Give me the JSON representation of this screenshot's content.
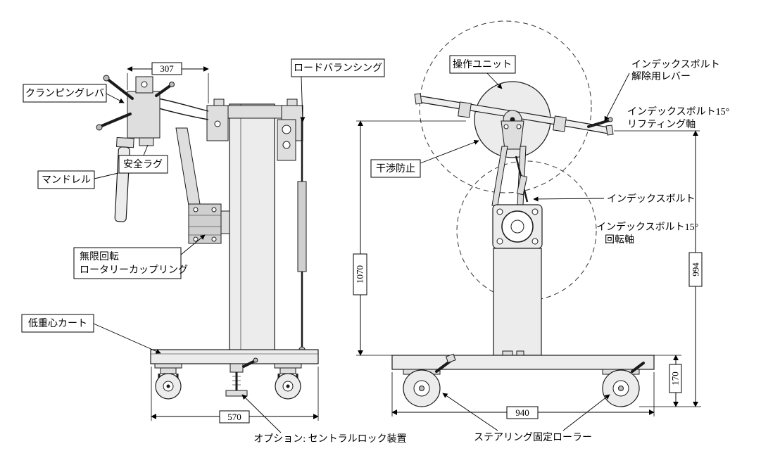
{
  "labels": {
    "clamping_lever": "クランピングレバ",
    "mandrel": "マンドレル",
    "safety_lug": "安全ラグ",
    "load_balancing": "ロードバランシング",
    "operation_unit": "操作ユニット",
    "index_bolt_release_line1": "インデックスボルト",
    "index_bolt_release_line2": "解除用レバー",
    "index_bolt_lifting_line1": "インデックスボルト15°",
    "index_bolt_lifting_line2": "リフティング軸",
    "interference_prevention": "干渉防止",
    "index_bolt": "インデックスボルト",
    "index_bolt_rotation_line1": "インデックスボルト15°",
    "index_bolt_rotation_line2": "回転軸",
    "rotary_coupling_line1": "無限回転",
    "rotary_coupling_line2": "ロータリーカップリング",
    "low_cg_cart": "低重心カート",
    "option_central_lock": "オプション: セントラルロック装置",
    "steering_fixed_roller": "ステアリング固定ローラー"
  },
  "dimensions": {
    "width_top": "307",
    "height_left": "1070",
    "height_right": "994",
    "caster_height": "170",
    "base_width_side": "570",
    "base_width_front": "940"
  }
}
